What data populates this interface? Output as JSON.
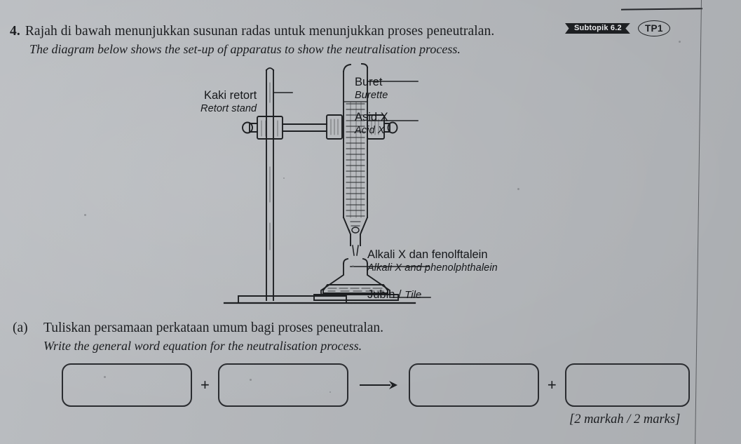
{
  "question": {
    "number": "4.",
    "text_ms": "Rajah di bawah menunjukkan susunan radas untuk menunjukkan proses peneutralan.",
    "text_en": "The diagram below shows the set-up of apparatus to show the neutralisation process."
  },
  "badges": {
    "subtopic": "Subtopik 6.2",
    "level": "TP1"
  },
  "diagram": {
    "labels": [
      {
        "id": "retort",
        "ms": "Kaki retort",
        "en": "Retort stand"
      },
      {
        "id": "buret",
        "ms": "Buret",
        "en": "Burette"
      },
      {
        "id": "asid",
        "ms": "Asid X",
        "en": "Acid X"
      },
      {
        "id": "alkali",
        "ms": "Alkali X dan fenolftalein",
        "en": "Alkali X and phenolphthalein"
      },
      {
        "id": "jubin",
        "ms": "Jubin / ",
        "en": "Tile"
      }
    ]
  },
  "part_a": {
    "tag": "(a)",
    "text_ms": "Tuliskan persamaan perkataan umum bagi proses peneutralan.",
    "text_en": "Write the general word equation for the neutralisation process.",
    "answer_boxes": [
      "",
      "",
      "",
      ""
    ],
    "operator_plus": "+",
    "marks": "[2 markah / 2 marks]"
  },
  "colors": {
    "paper": "#b8bbbf",
    "ink": "#1b1d20",
    "badge_bg": "#1d1f22"
  }
}
